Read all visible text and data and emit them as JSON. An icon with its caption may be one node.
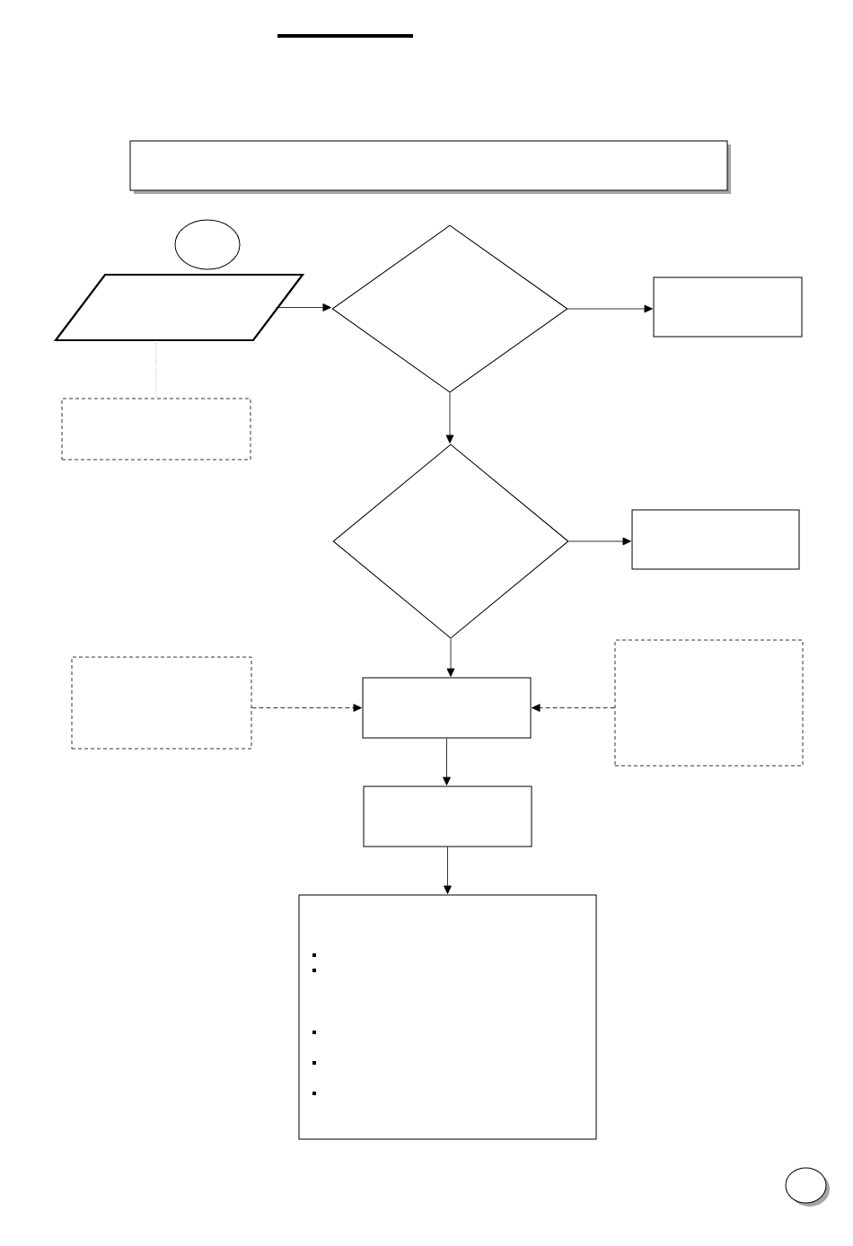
{
  "diagram": {
    "nodes": [
      {
        "text": [],
        "shape": "box"
      },
      {
        "text": [],
        "shape": "circle"
      },
      {
        "text": [],
        "shape": "parallelogram"
      },
      {
        "text": [],
        "shape": "diamond"
      },
      {
        "text": [],
        "shape": "box"
      },
      {
        "text": [],
        "shape": "box"
      },
      {
        "text": [],
        "shape": "diamond"
      },
      {
        "text": [],
        "shape": "box"
      },
      {
        "text": [],
        "shape": "box"
      },
      {
        "text": [],
        "shape": "box"
      },
      {
        "text": [],
        "shape": "box"
      },
      {
        "text": [],
        "shape": "box"
      },
      {
        "text": [],
        "shape": "box"
      },
      {
        "text": [],
        "shape": "circle"
      }
    ],
    "edges": [
      {
        "from": 2,
        "to": 3,
        "arrow": "to"
      },
      {
        "from": 3,
        "to": 4,
        "arrow": "to"
      },
      {
        "from": 2,
        "to": 5,
        "arrow": "none",
        "style": "dashed",
        "color": "#808080"
      },
      {
        "from": 3,
        "to": 6,
        "arrow": "to"
      },
      {
        "from": 6,
        "to": 7,
        "arrow": "to"
      },
      {
        "from": 6,
        "to": 9,
        "arrow": "to"
      },
      {
        "from": 8,
        "to": 9,
        "arrow": "to",
        "style": "dashed"
      },
      {
        "from": 10,
        "to": 9,
        "arrow": "to",
        "style": "dashed"
      },
      {
        "from": 9,
        "to": 11,
        "arrow": "to"
      },
      {
        "from": 11,
        "to": 12,
        "arrow": "to"
      }
    ]
  }
}
